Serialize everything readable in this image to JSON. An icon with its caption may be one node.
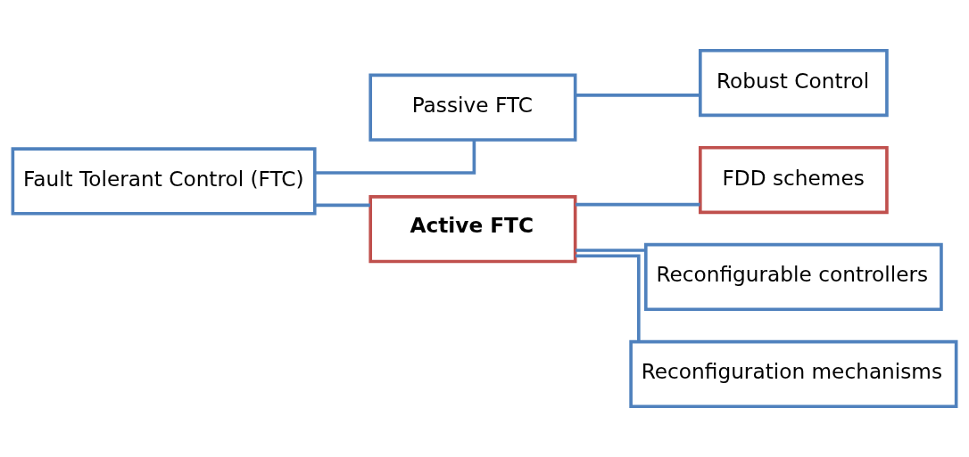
{
  "diagram": {
    "nodes": [
      {
        "text": [
          "Fault Tolerant Control (FTC)"
        ]
      },
      {
        "text": [
          "Passive FTC"
        ]
      },
      {
        "text": [
          "Robust Control"
        ]
      },
      {
        "text": [
          "Active FTC"
        ]
      },
      {
        "text": [
          "FDD schemes"
        ]
      },
      {
        "text": [
          "Reconfigurable controllers"
        ]
      },
      {
        "text": [
          "Reconfiguration mechanisms"
        ]
      }
    ],
    "edges": [
      {
        "from": 0,
        "to": 1,
        "arrow": "none"
      },
      {
        "from": 0,
        "to": 3,
        "arrow": "none"
      },
      {
        "from": 1,
        "to": 2,
        "arrow": "none"
      },
      {
        "from": 3,
        "to": 4,
        "arrow": "none"
      },
      {
        "from": 3,
        "to": 5,
        "arrow": "none"
      },
      {
        "from": 3,
        "to": 6,
        "arrow": "none"
      }
    ]
  }
}
